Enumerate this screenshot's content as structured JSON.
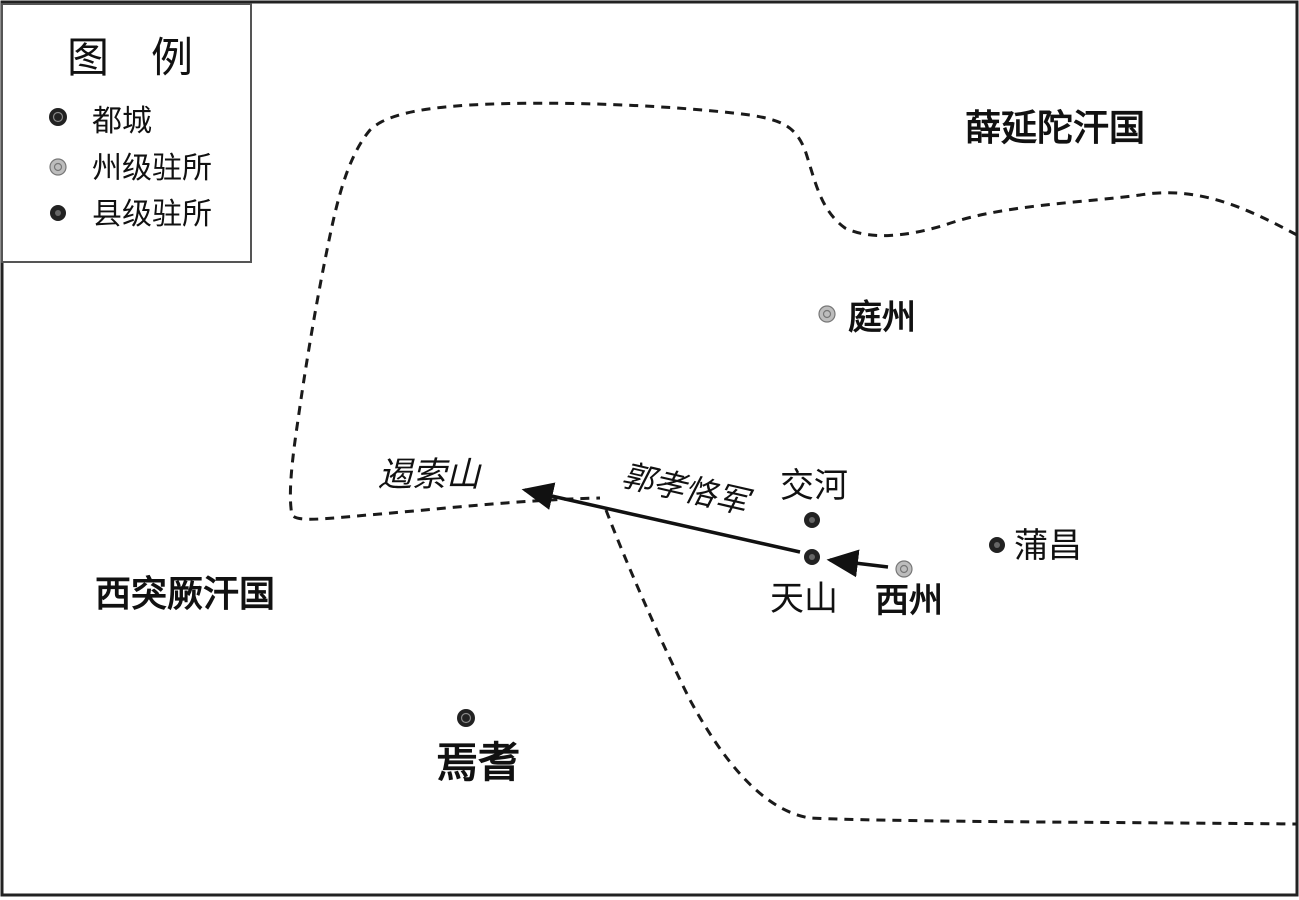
{
  "legend": {
    "title": "图　例",
    "items": [
      {
        "label": "都城",
        "icon": "capital-marker-icon",
        "color": "#222222"
      },
      {
        "label": "州级驻所",
        "icon": "prefecture-marker-icon",
        "color": "#9a9a9a"
      },
      {
        "label": "县级驻所",
        "icon": "county-marker-icon",
        "color": "#222222"
      }
    ]
  },
  "regions": {
    "xueyantuo": "薛延陀汗国",
    "west_turk": "西突厥汗国"
  },
  "places": {
    "tingzhou": "庭州",
    "jiaohe": "交河",
    "tianshan": "天山",
    "xizhou": "西州",
    "puchang": "蒲昌",
    "yanqi": "焉耆",
    "yesuoshan": "遏索山"
  },
  "route": {
    "label": "郭孝恪军"
  },
  "colors": {
    "ink": "#111111",
    "prefecture_fill": "#9a9a9a",
    "background": "#ffffff"
  }
}
